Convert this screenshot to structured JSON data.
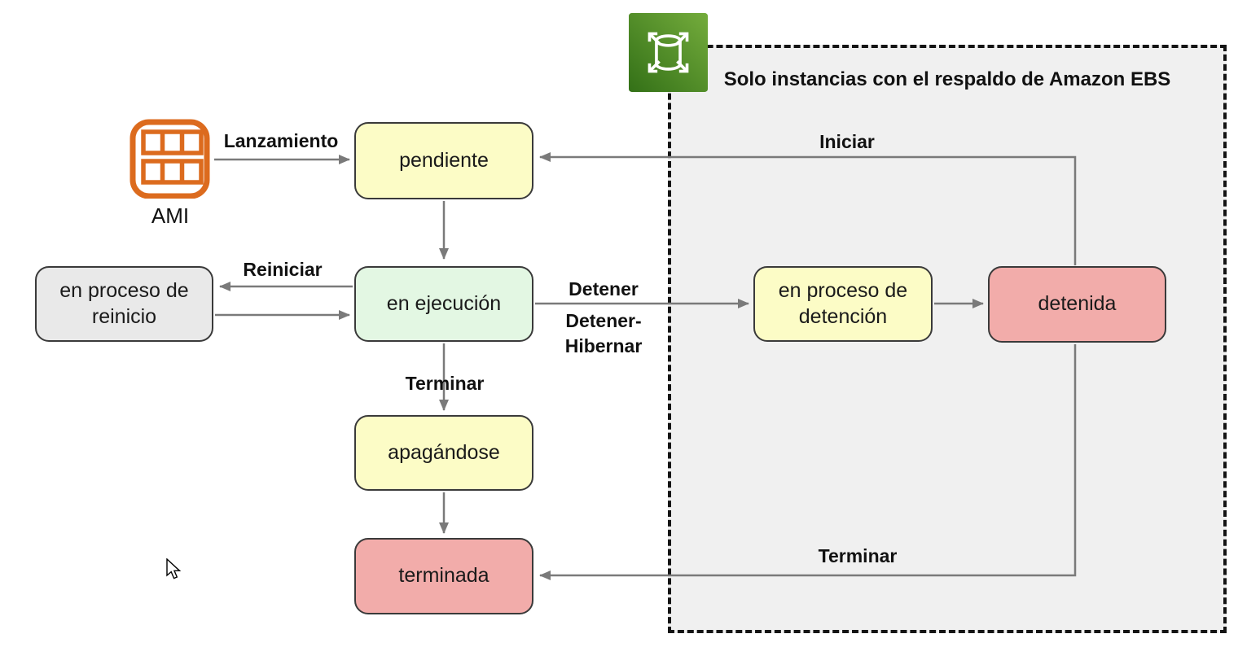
{
  "diagram": {
    "ebs_panel": {
      "title_line1": "Solo instancias con el respaldo de",
      "title_line2": "Amazon EBS"
    },
    "ami": {
      "label": "AMI"
    },
    "nodes": {
      "pendiente": "pendiente",
      "en_ejecucion": "en ejecución",
      "en_proceso_de_reinicio": "en proceso de reinicio",
      "apagandose": "apagándose",
      "terminada": "terminada",
      "en_proceso_de_detencion": "en proceso de detención",
      "detenida": "detenida"
    },
    "edge_labels": {
      "lanzamiento": "Lanzamiento",
      "reiniciar": "Reiniciar",
      "detener": "Detener",
      "detener_hibernar_line1": "Detener-",
      "detener_hibernar_line2": "Hibernar",
      "terminar_mid": "Terminar",
      "iniciar": "Iniciar",
      "terminar_right": "Terminar"
    },
    "icons": {
      "ebs": "ebs-volume-icon",
      "ami": "ami-grid-icon"
    },
    "colors": {
      "pending_fill": "#FCFCC6",
      "running_fill": "#E3F7E3",
      "stopped_fill": "#F2ACAA",
      "rebooting_fill": "#E9E9E9",
      "panel_fill": "#F0F0F0",
      "arrow_gray": "#7A7A7A",
      "ami_orange": "#DC6B1E",
      "ebs_green_dark": "#337017",
      "ebs_green_light": "#74AC3C"
    }
  }
}
